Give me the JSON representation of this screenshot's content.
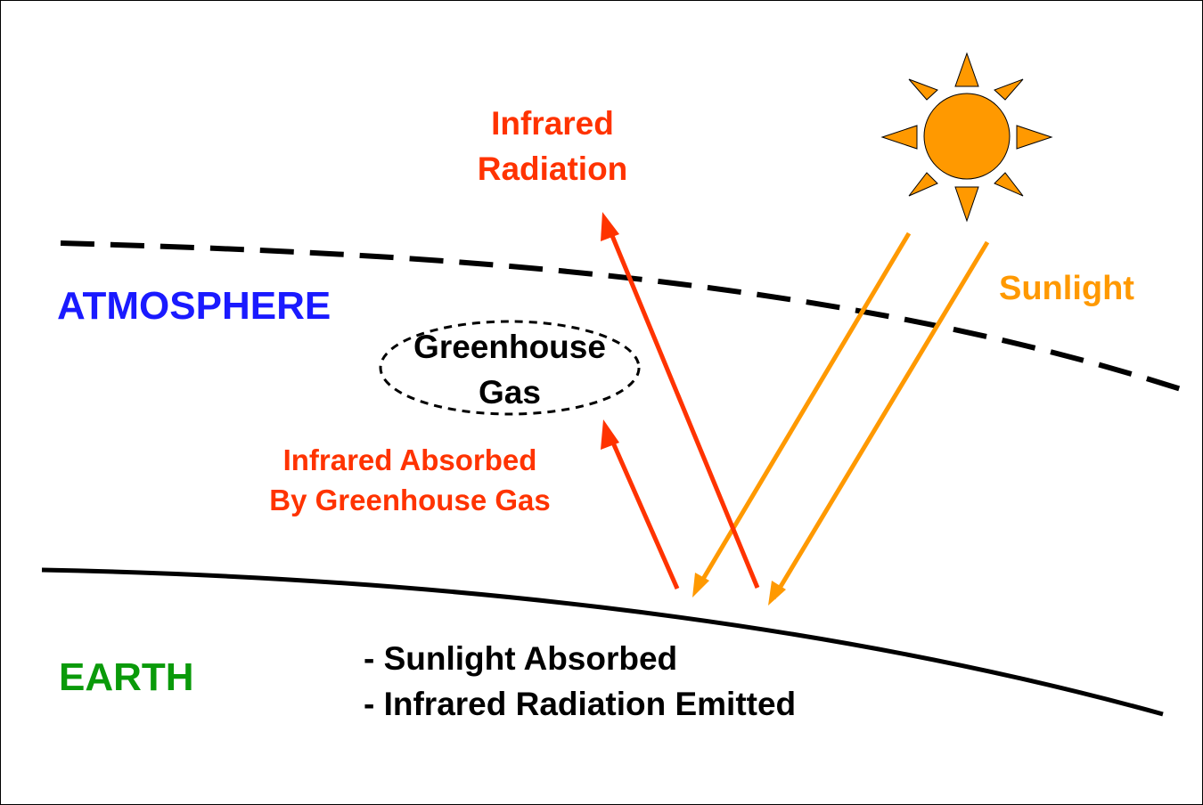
{
  "labels": {
    "atmosphere": "ATMOSPHERE",
    "earth": "EARTH",
    "sunlight": "Sunlight",
    "infrared_radiation_line1": "Infrared",
    "infrared_radiation_line2": "Radiation",
    "greenhouse_line1": "Greenhouse",
    "greenhouse_line2": "Gas",
    "absorbed_line1": "Infrared Absorbed",
    "absorbed_line2": "By Greenhouse Gas",
    "earth_note_1": "- Sunlight Absorbed",
    "earth_note_2": "- Infrared Radiation Emitted"
  },
  "colors": {
    "atmosphere": "#1a1aff",
    "earth": "#0a9a0a",
    "sunlight": "#ff9900",
    "infrared": "#ff3300",
    "sun": "#ff9900",
    "ink": "#000000"
  },
  "icons": {
    "sun": "sun-icon"
  }
}
